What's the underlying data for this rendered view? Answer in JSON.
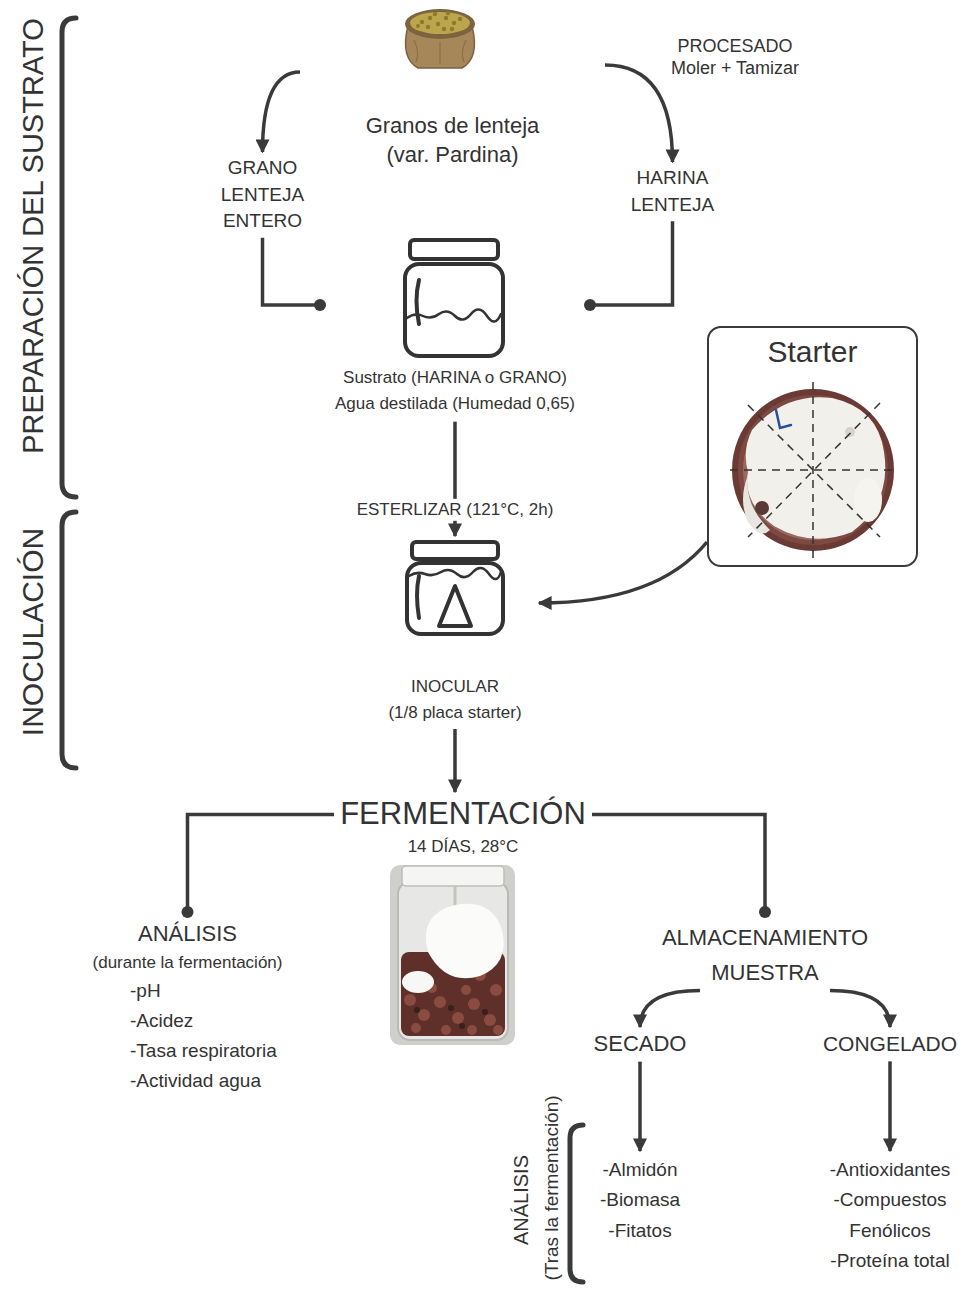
{
  "diagram": {
    "nodes": [
      {
        "text": [
          "Granos de lenteja (var. Pardina)"
        ]
      },
      {
        "text": [
          "GRANO LENTEJA ENTERO"
        ]
      },
      {
        "text": [
          "HARINA LENTEJA"
        ]
      },
      {
        "text": [
          "Sustrato (HARINA o GRANO)",
          "Agua destilada (Humedad 0,65)"
        ]
      },
      {
        "text": [
          "Starter"
        ]
      },
      {
        "text": [
          "INOCULAR",
          "(1/8 placa starter)"
        ]
      },
      {
        "text": [
          "FERMENTACIÓN",
          "14 DÍAS, 28°C"
        ]
      },
      {
        "text": [
          "ANÁLISIS",
          "(durante la fermentación)",
          "-pH",
          "-Acidez",
          "-Tasa respiratoria",
          "-Actividad agua"
        ]
      },
      {
        "text": [
          "ALMACENAMIENTO MUESTRA"
        ]
      },
      {
        "text": [
          "SECADO"
        ]
      },
      {
        "text": [
          "CONGELADO"
        ]
      },
      {
        "text": [
          "-Almidón",
          "-Biomasa",
          "-Fitatos"
        ]
      },
      {
        "text": [
          "-Antioxidantes",
          "-Compuestos Fenólicos",
          "-Proteína total"
        ]
      }
    ],
    "edges": [
      {
        "from": 0,
        "to": 1,
        "arrow": "to"
      },
      {
        "from": 0,
        "to": 2,
        "label": "PROCESADO Moler + Tamizar",
        "arrow": "to"
      },
      {
        "from": 1,
        "to": 3,
        "arrow": "none"
      },
      {
        "from": 2,
        "to": 3,
        "arrow": "none"
      },
      {
        "from": 3,
        "to": 5,
        "label": "ESTERLIZAR (121°C, 2h)",
        "arrow": "to"
      },
      {
        "from": 4,
        "to": 5,
        "arrow": "to"
      },
      {
        "from": 5,
        "to": 6,
        "arrow": "to"
      },
      {
        "from": 6,
        "to": 7,
        "arrow": "none"
      },
      {
        "from": 6,
        "to": 8,
        "arrow": "none"
      },
      {
        "from": 8,
        "to": 9,
        "arrow": "to"
      },
      {
        "from": 8,
        "to": 10,
        "arrow": "to"
      },
      {
        "from": 9,
        "to": 11,
        "arrow": "to"
      },
      {
        "from": 10,
        "to": 12,
        "arrow": "to"
      }
    ],
    "labels": [
      "PREPARACIÓN DEL SUSTRATO",
      "INOCULACIÓN",
      "ANÁLISIS",
      "(Tras la fermentación)"
    ]
  }
}
